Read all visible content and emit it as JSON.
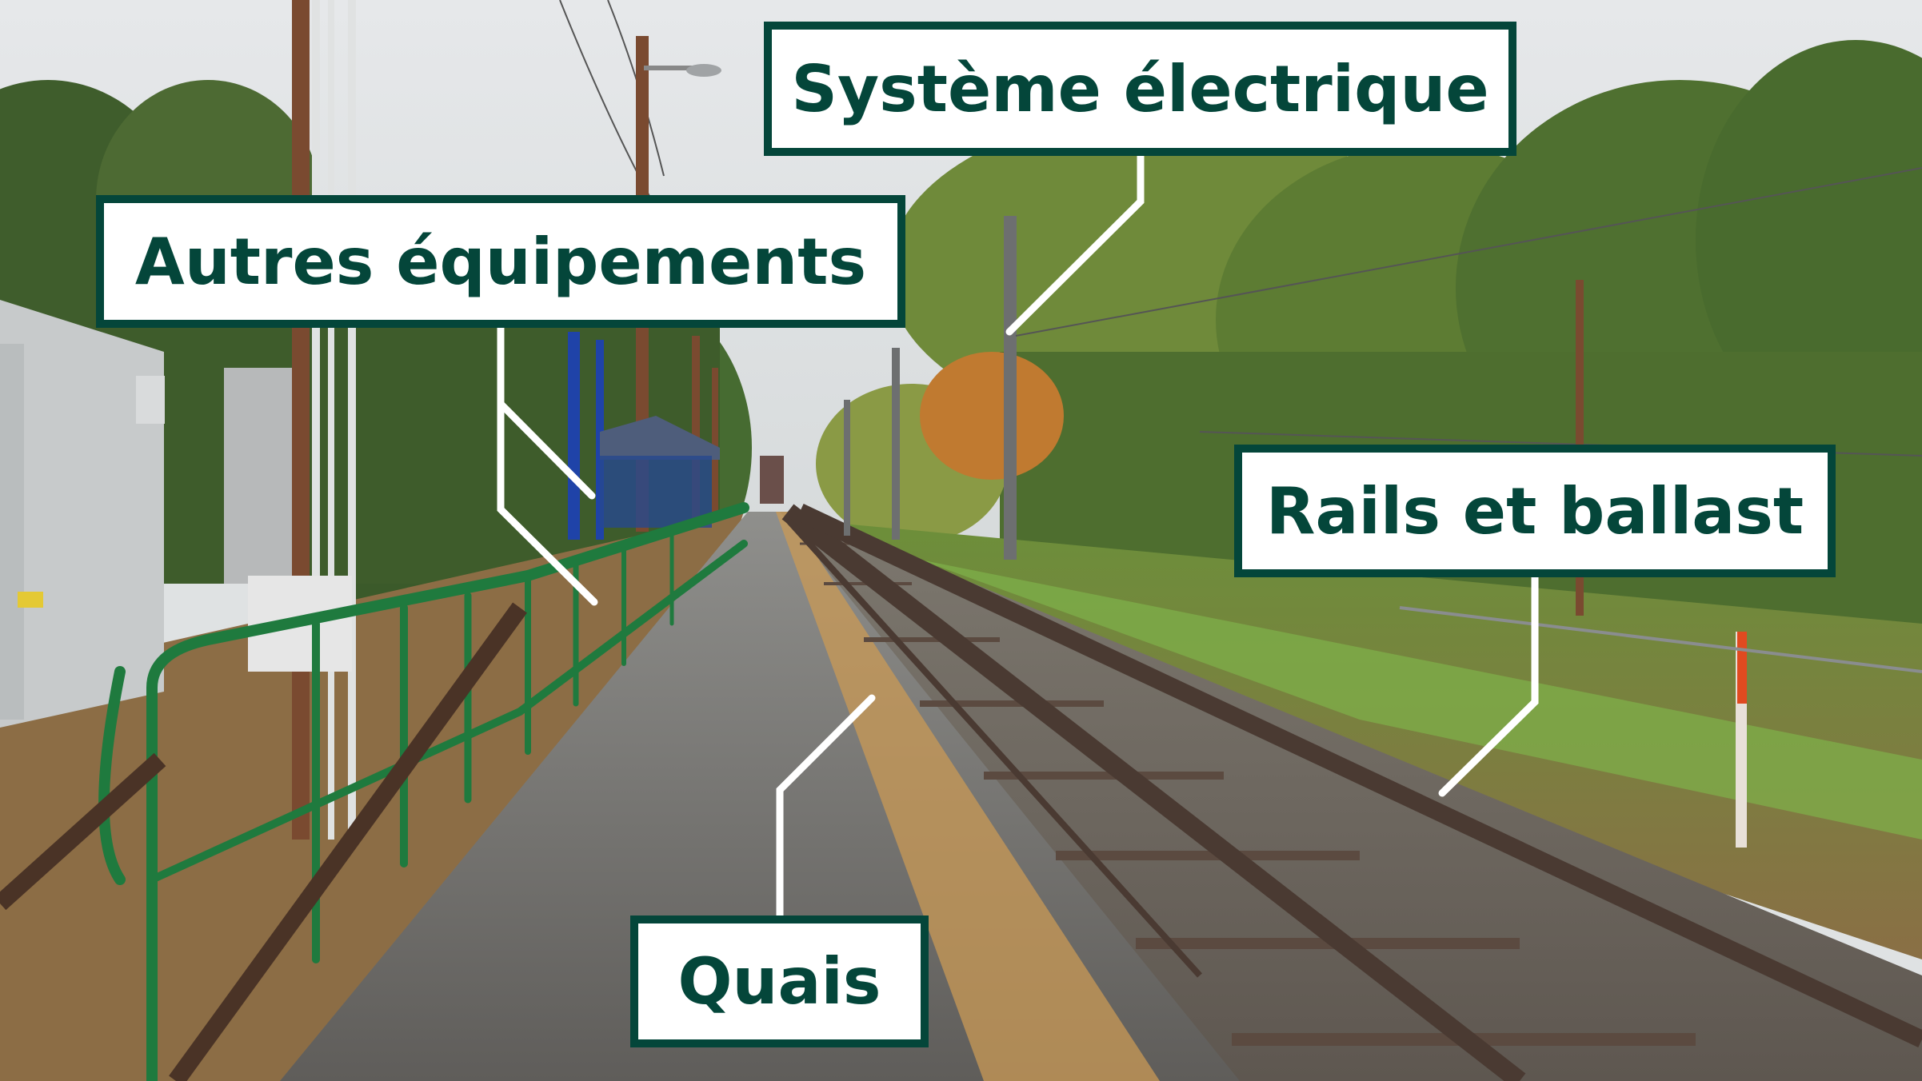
{
  "image": {
    "description": "Annotated photo of a suburban train station platform with railway tracks",
    "accent_color": "#04463a",
    "label_background": "#ffffff",
    "connector_color": "#ffffff"
  },
  "labels": [
    {
      "id": "systeme-electrique",
      "text": "Système électrique",
      "target": "catenary-pole"
    },
    {
      "id": "autres-equipements",
      "text": "Autres équipements",
      "target": "platform-signage"
    },
    {
      "id": "rails-et-ballast",
      "text": "Rails et ballast",
      "target": "track-rail"
    },
    {
      "id": "quais",
      "text": "Quais",
      "target": "platform-edge"
    }
  ],
  "scene": {
    "elements": [
      "sky",
      "trees",
      "utility-poles",
      "catenary-poles",
      "overhead-wires",
      "equipment-shelter",
      "electrical-cabinet",
      "green-railing",
      "bus-shelter",
      "platform",
      "railway-track",
      "ballast",
      "grass-embankment",
      "bridge",
      "fence"
    ]
  }
}
